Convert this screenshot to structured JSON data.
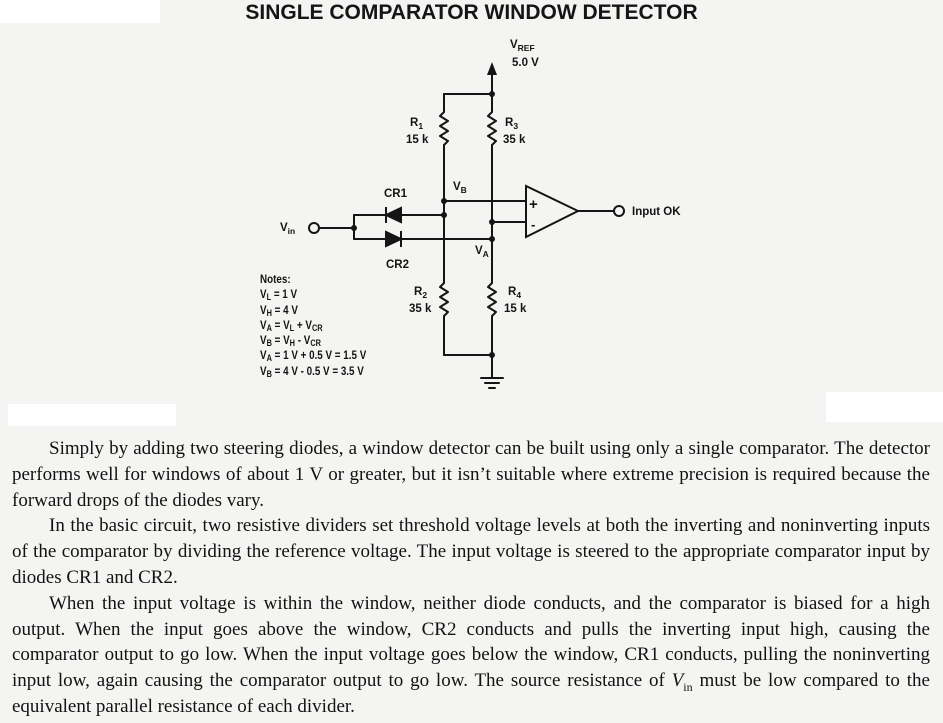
{
  "title": "SINGLE COMPARATOR WINDOW DETECTOR",
  "circuit": {
    "vref_label": "V",
    "vref_sub": "REF",
    "vref_value": "5.0 V",
    "r1_name": "R",
    "r1_sub": "1",
    "r1_value": "15 k",
    "r3_name": "R",
    "r3_sub": "3",
    "r3_value": "35 k",
    "r2_name": "R",
    "r2_sub": "2",
    "r2_value": "35 k",
    "r4_name": "R",
    "r4_sub": "4",
    "r4_value": "15 k",
    "cr1_label": "CR1",
    "cr2_label": "CR2",
    "vb_label": "V",
    "vb_sub": "B",
    "va_label": "V",
    "va_sub": "A",
    "vin_label": "V",
    "vin_sub": "in",
    "plus_sign": "+",
    "minus_sign": "-",
    "output_label": "Input OK"
  },
  "notes": {
    "heading": "Notes:",
    "lines": [
      {
        "pre": "V",
        "sub": "L",
        "post": " = 1 V"
      },
      {
        "pre": "V",
        "sub": "H",
        "post": " = 4 V"
      },
      {
        "pre": "V",
        "sub": "A",
        "post": " = V",
        "sub2": "L",
        "post2": " + V",
        "sub3": "CR"
      },
      {
        "pre": "V",
        "sub": "B",
        "post": " = V",
        "sub2": "H",
        "post2": " - V",
        "sub3": "CR"
      },
      {
        "pre": "V",
        "sub": "A",
        "post": " = 1 V + 0.5 V = 1.5 V"
      },
      {
        "pre": "V",
        "sub": "B",
        "post": " = 4 V - 0.5 V = 3.5 V"
      }
    ]
  },
  "body": {
    "p1": "Simply by adding two steering diodes, a window detector can be built using only a single comparator. The detector performs well for windows of about 1 V or greater, but it isn’t suitable where extreme precision is required because the forward drops of the diodes vary.",
    "p2": "In the basic circuit, two resistive dividers set threshold voltage levels at both the inverting and noninverting inputs of the comparator by dividing the reference voltage. The input voltage is steered to the appropriate comparator input by diodes CR1 and CR2.",
    "p3_before": "When the input voltage is within the window, neither diode conducts, and the comparator is biased for a high output. When the input goes above the window, CR2 conducts and pulls the inverting input high, causing the comparator output to go low. When the input voltage goes below the window, CR1 conducts, pulling the noninverting input low, again causing the comparator output to go low. The source resistance of ",
    "p3_var": "V",
    "p3_var_sub": "in",
    "p3_after": " must be low compared to the equivalent parallel resistance of each divider."
  }
}
